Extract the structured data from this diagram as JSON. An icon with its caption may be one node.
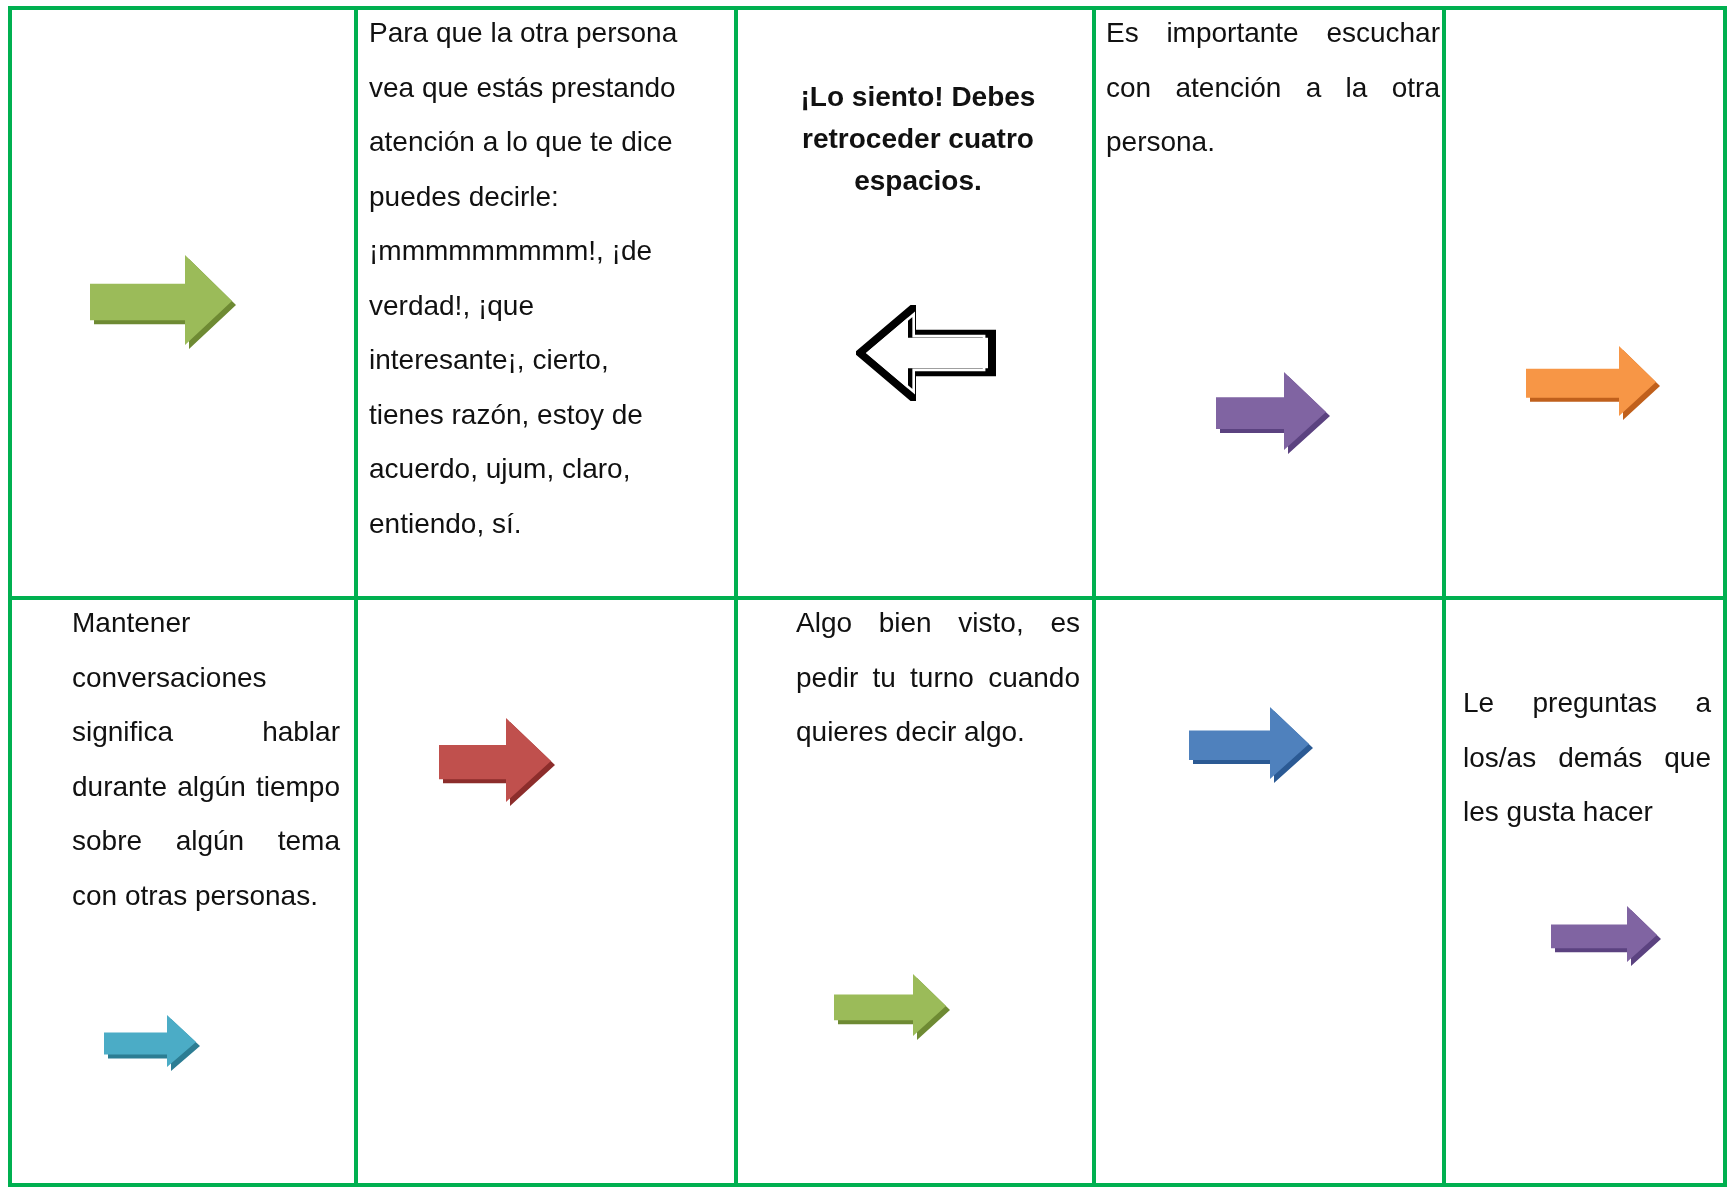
{
  "diagram": {
    "nodes": [
      {
        "text": [],
        "shape": "box"
      },
      {
        "text": [
          "Para que la otra persona vea que estás prestando atención a lo que te dice puedes decirle: ¡mmmmmmmmm!, ¡de verdad!, ¡que interesante¡, cierto, tienes razón, estoy de acuerdo, ujum, claro, entiendo, sí."
        ]
      },
      {
        "text": [
          "¡Lo siento! Debes retroceder cuatro espacios."
        ]
      },
      {
        "text": [
          "Es importante escuchar con atención a la otra persona."
        ]
      },
      {
        "text": [],
        "shape": "box"
      },
      {
        "text": [
          "Mantener conversaciones significa hablar durante algún tiempo sobre algún tema con otras personas."
        ]
      },
      {
        "text": [],
        "shape": "box"
      },
      {
        "text": [
          "Algo bien visto, es pedir tu turno cuando quieres decir algo."
        ]
      },
      {
        "text": [],
        "shape": "box"
      },
      {
        "text": [
          "Le preguntas a los/as demás que les gusta hacer"
        ]
      }
    ]
  }
}
